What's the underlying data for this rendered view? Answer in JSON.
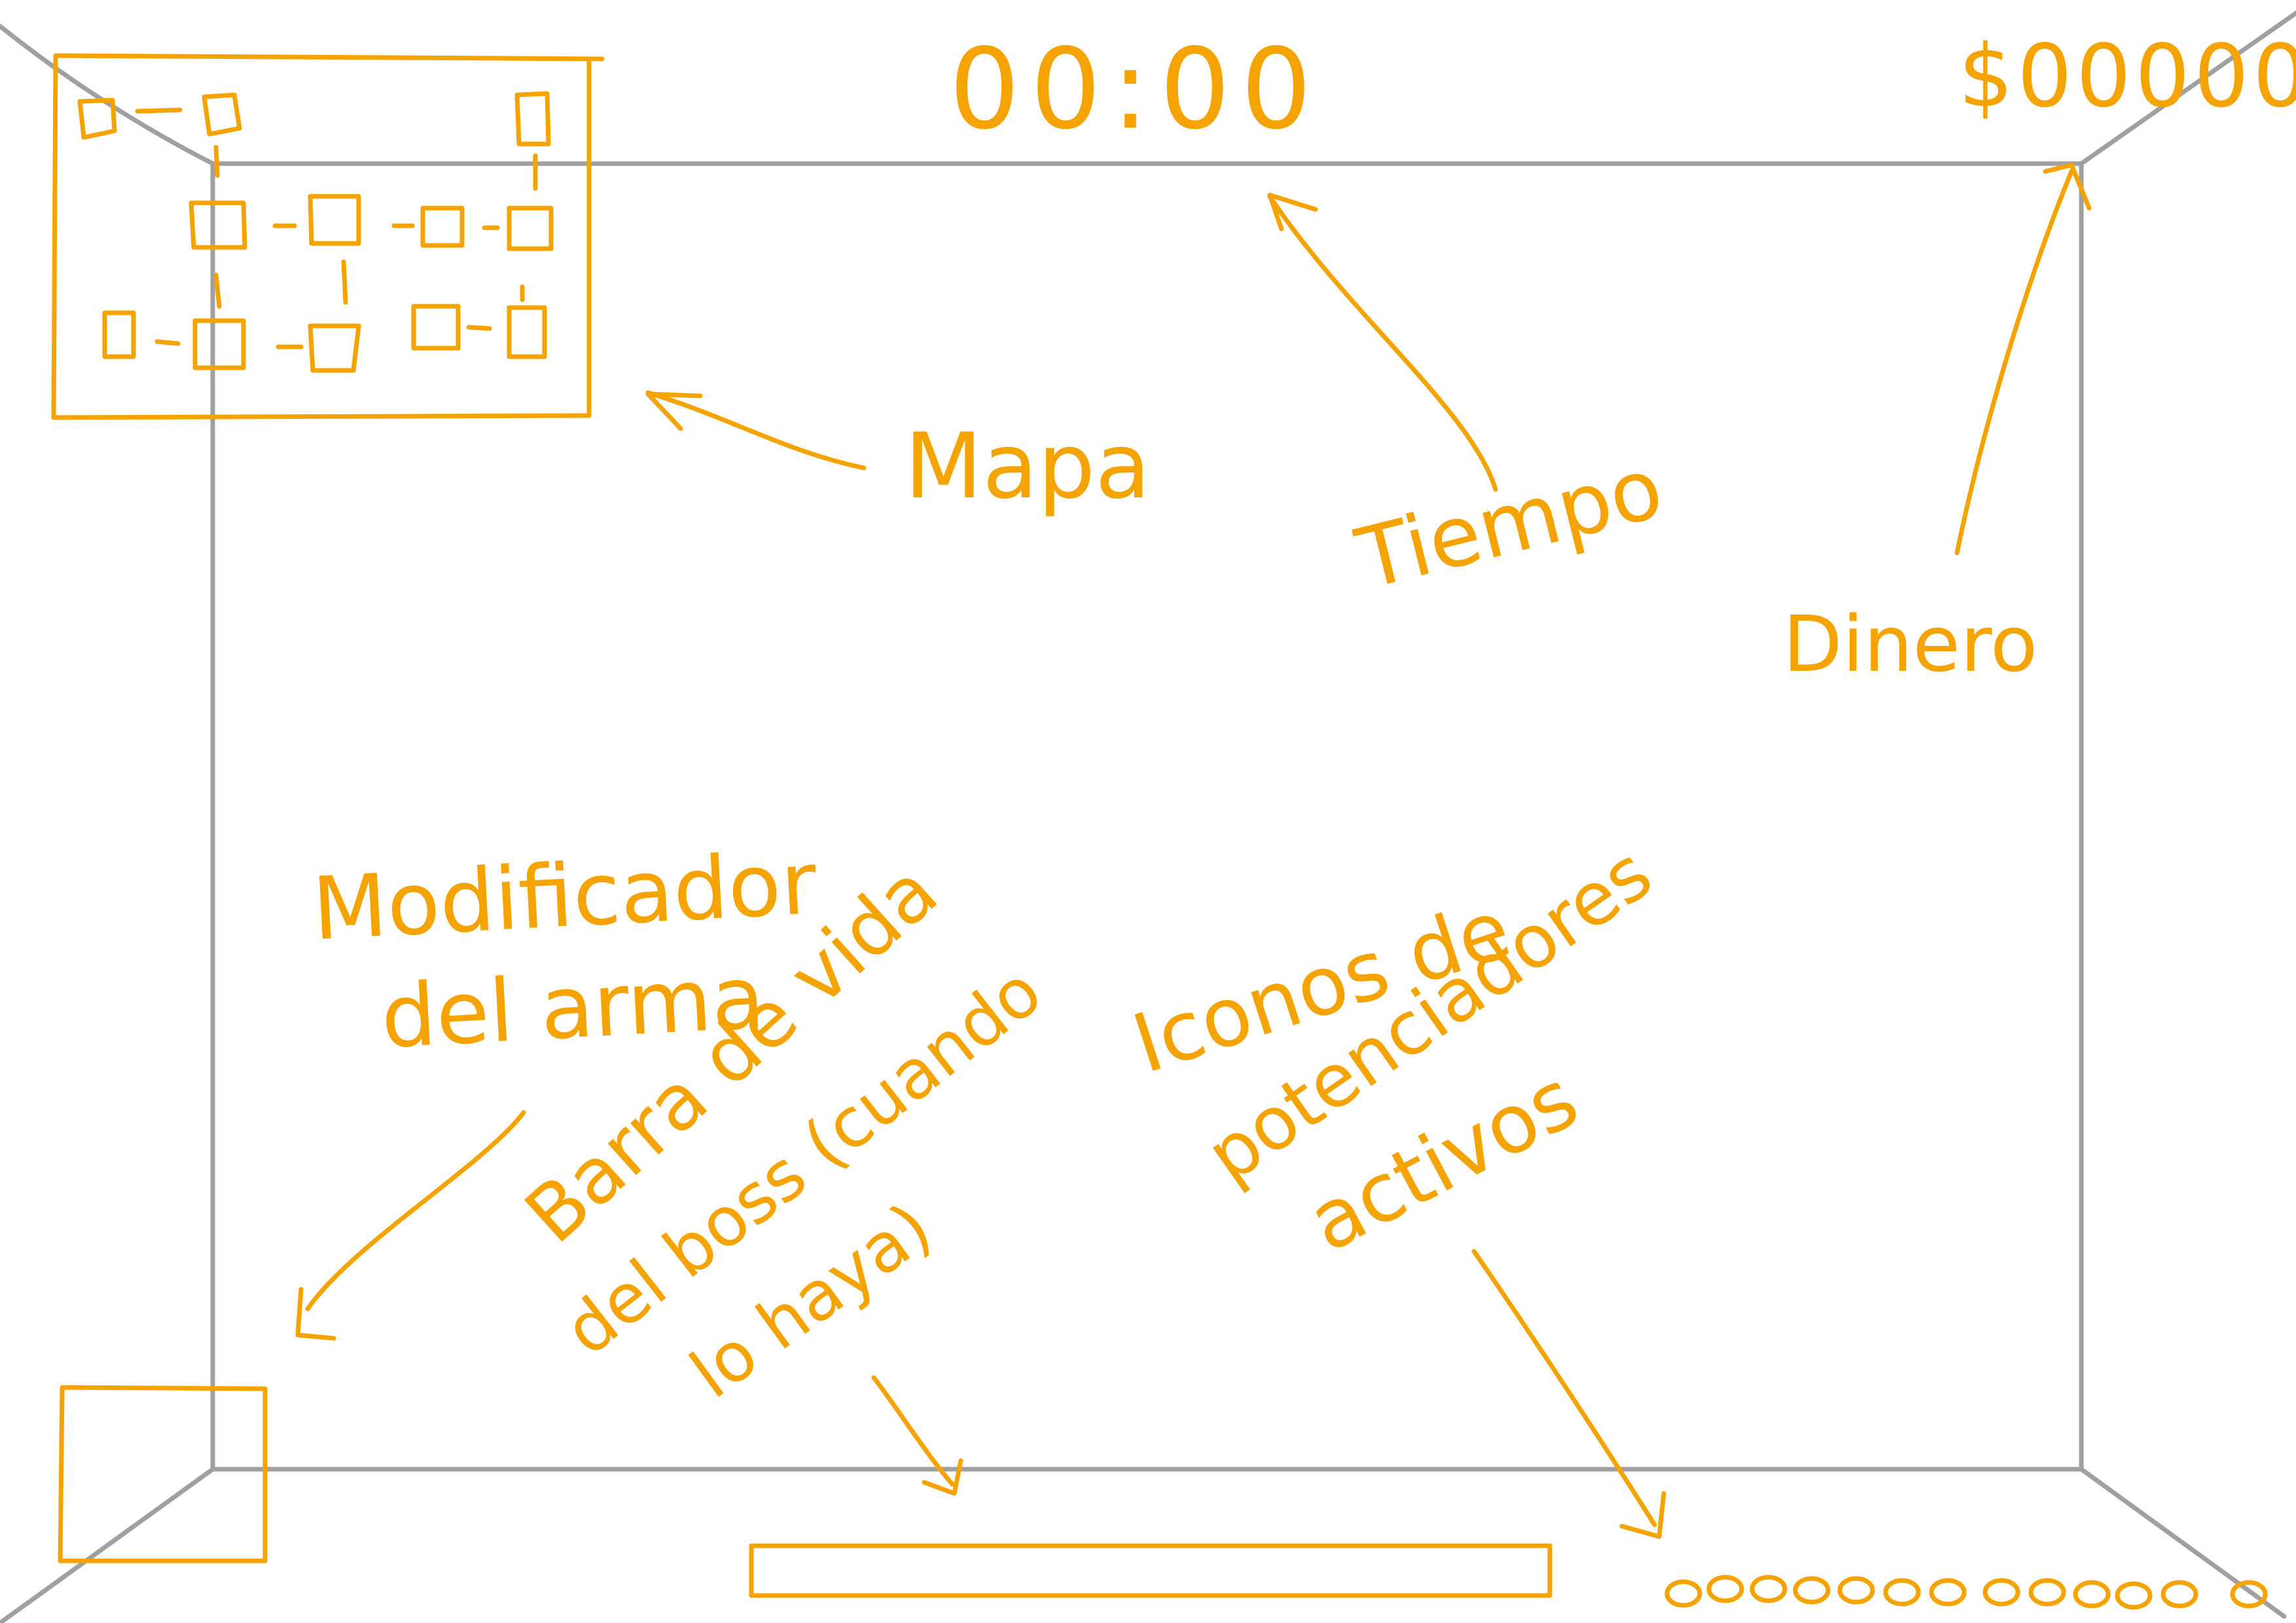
{
  "hud": {
    "timer": "00:00",
    "money": "$00000",
    "labels": {
      "map": "Mapa",
      "time": "Tiempo",
      "money": "Dinero",
      "weapon_modifier_1": "Modificador",
      "weapon_modifier_2": "del arma",
      "boss_bar_1": "Barra de vida",
      "boss_bar_2": "del boss (cuando",
      "boss_bar_3": "lo haya)",
      "powerups_1": "Iconos de",
      "powerups_2": "potenciadores",
      "powerups_3": "activos"
    }
  },
  "colors": {
    "ink": "#F5A300",
    "frame": "#A0A0A0",
    "background": "#FFFFFF"
  }
}
